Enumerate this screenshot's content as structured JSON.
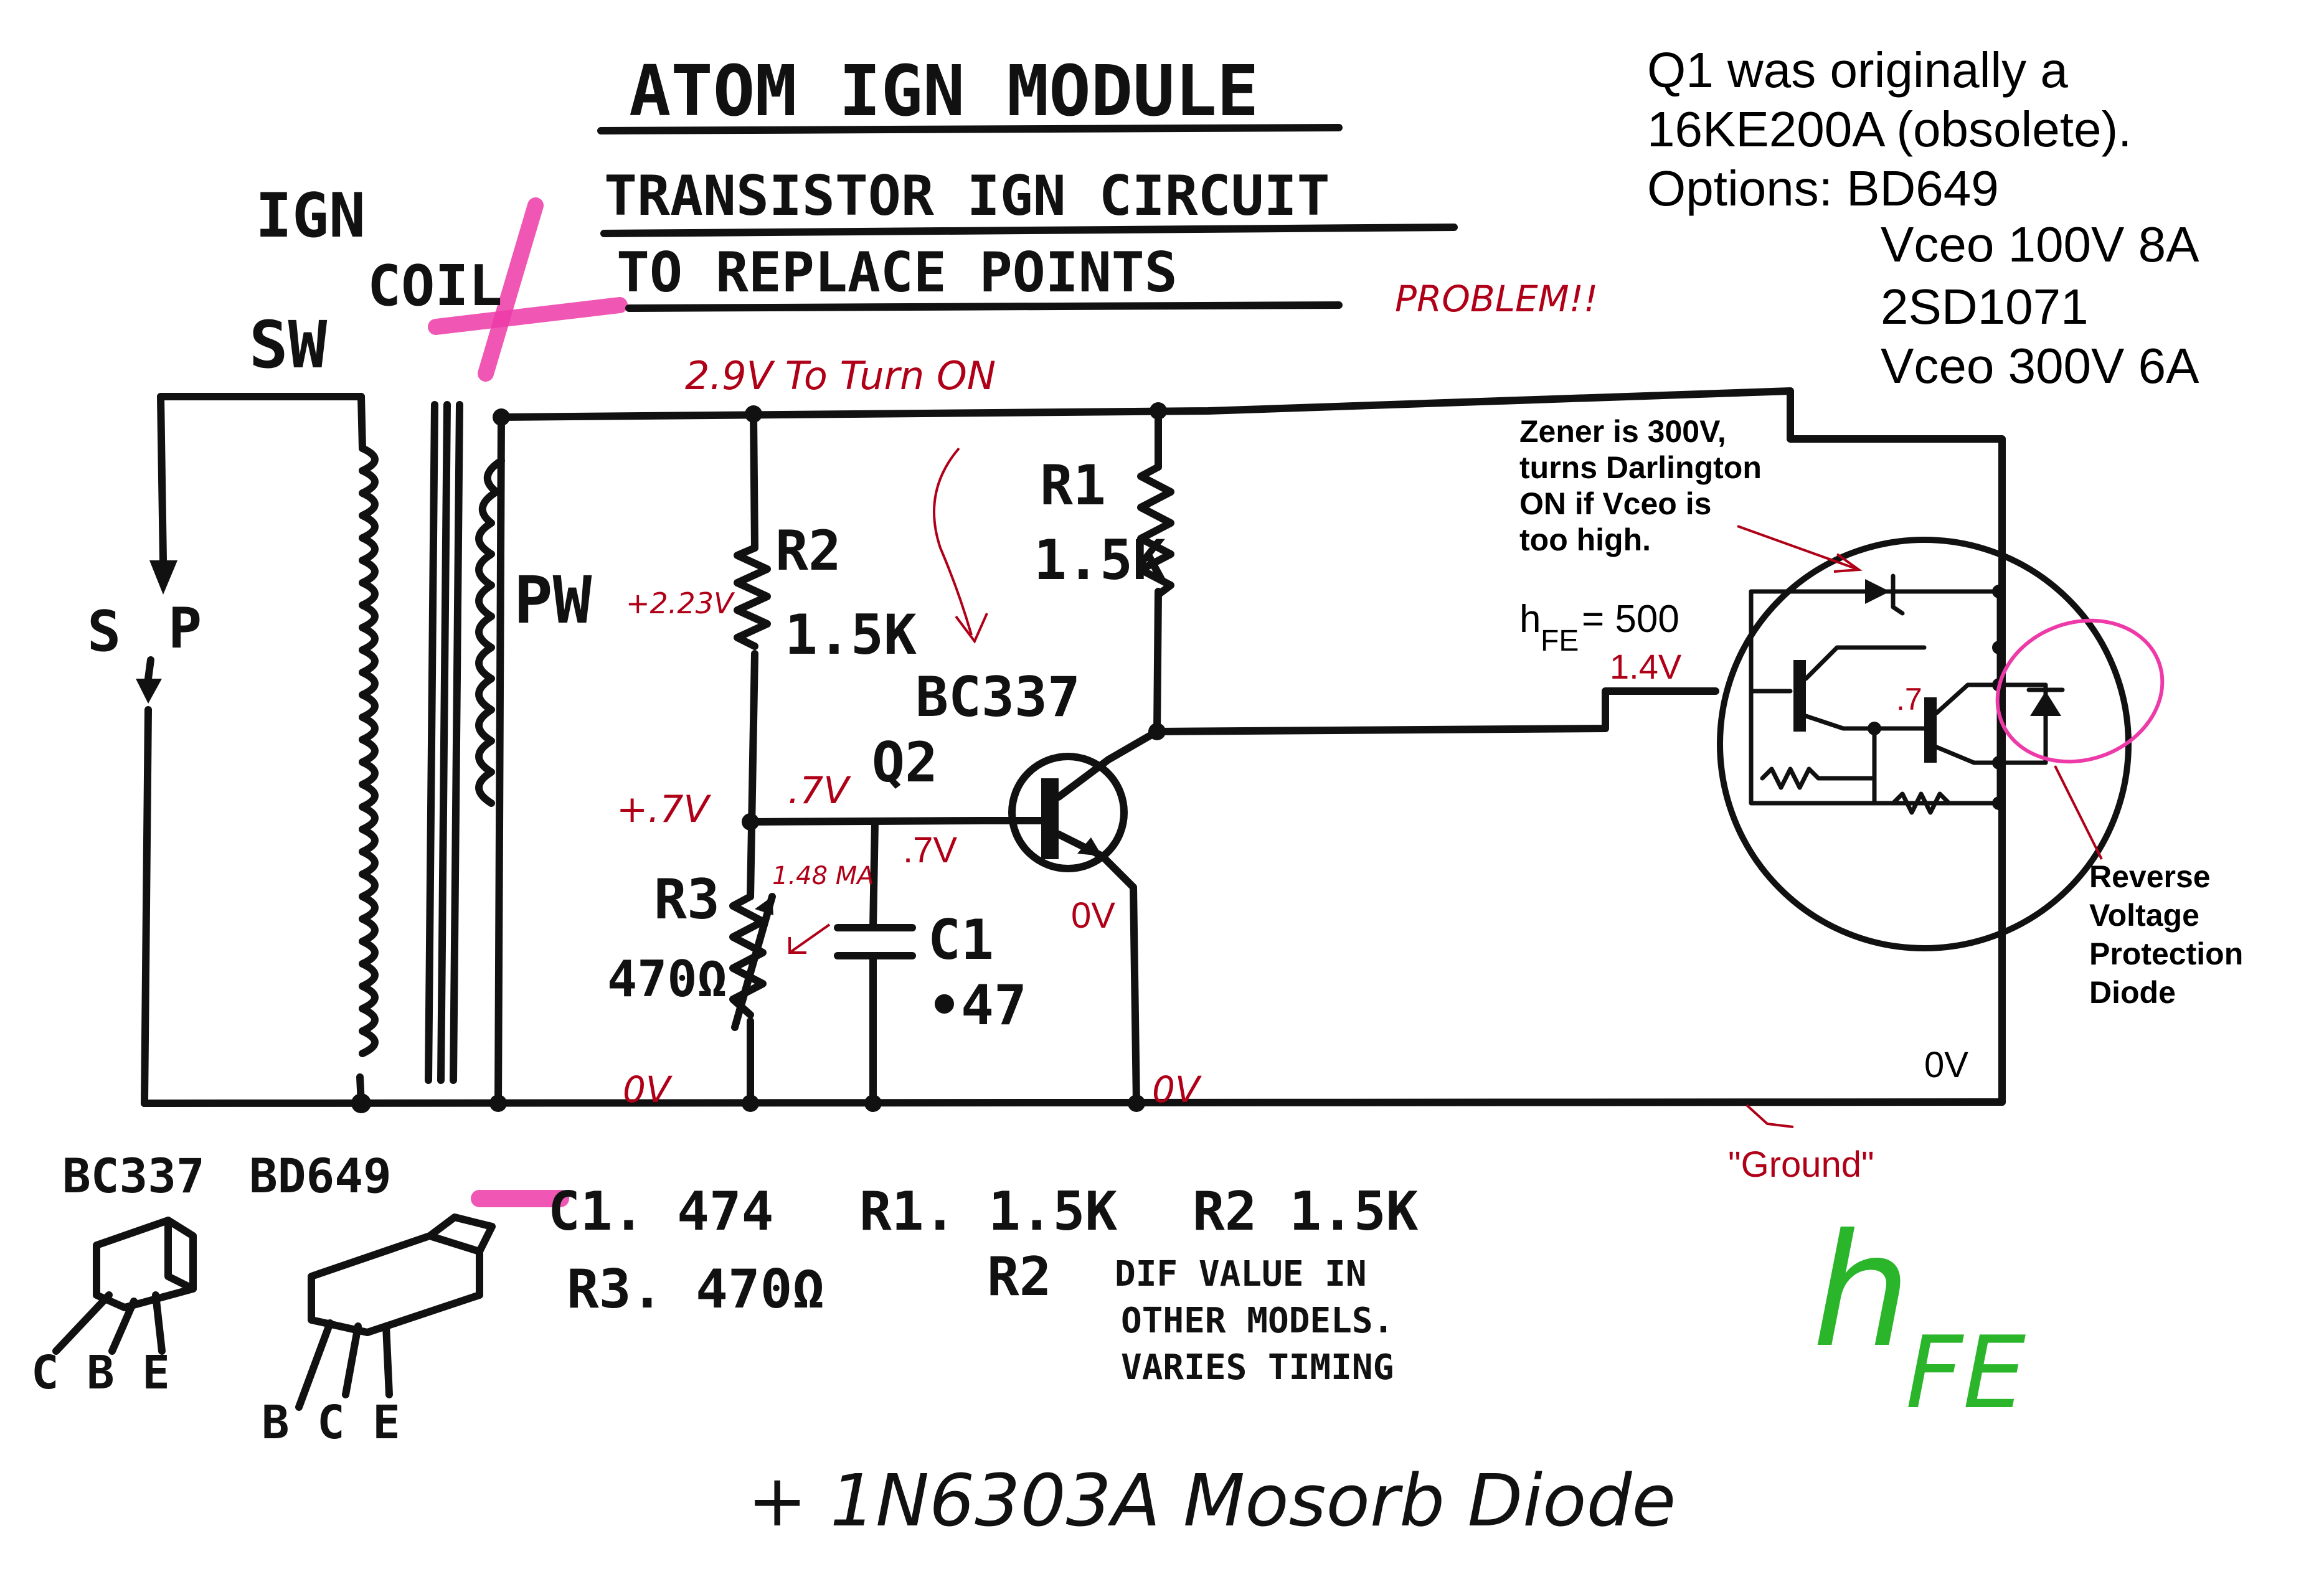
{
  "title": "ATOM IGN MODULE",
  "subtitle": {
    "line1": "TRANSISTOR IGN CIRCUIT",
    "line2": "TO REPLACE POINTS"
  },
  "problem_note": "PROBLEM!!",
  "ign_coil": {
    "ign": "IGN",
    "coil": "COIL",
    "sw": "SW",
    "pw": "PW"
  },
  "sp_label": {
    "s": "S",
    "p": "P"
  },
  "components": {
    "r1": {
      "name": "R1",
      "value": "1.5K"
    },
    "r2": {
      "name": "R2",
      "value": "1.5K"
    },
    "r3": {
      "name": "R3",
      "value": "470Ω"
    },
    "c1": {
      "name": "C1",
      "value": "•47"
    },
    "q2": {
      "name": "Q2",
      "part": "BC337"
    }
  },
  "measurements": {
    "turn_on": "2.9V To Turn ON",
    "pw_voltage": "+2.23V",
    "r3_top": "+.7V",
    "base": ".7V",
    "c1_node": ".7V",
    "current": "1.48 MA",
    "gnd_left": "0V",
    "gnd_mid": "0V",
    "emitter": "0V",
    "hfe_node": "1.4V",
    "darlington_mid": ".7",
    "ground_0v": "0V",
    "ground_label": "\"Ground\""
  },
  "q1_note": {
    "line1": "Q1 was originally a",
    "line2": "16KE200A  (obsolete).",
    "line3": "Options:  BD649",
    "line4": "Vceo 100V 8A",
    "line5": "2SD1071",
    "line6": "Vceo 300V 6A"
  },
  "zener_note": {
    "line1": "Zener is 300V,",
    "line2": "turns Darlington",
    "line3": "ON if Vceo is",
    "line4": "too high."
  },
  "hfe_value": {
    "h": "h",
    "sub": "FE",
    "eq": " = 500"
  },
  "diode_note": {
    "line1": "Reverse",
    "line2": "Voltage",
    "line3": "Protection",
    "line4": "Diode"
  },
  "packages": {
    "bc337": {
      "name": "BC337",
      "pins": "C B E"
    },
    "bd649": {
      "name": "BD649",
      "pins": "B C E"
    }
  },
  "parts_list": {
    "c1": "C1. 474",
    "r1": "R1. 1.5K",
    "r2": "R2 1.5K",
    "r3": "R3. 470Ω",
    "r2_note": "R2",
    "note1": "DIF VALUE IN",
    "note2": "OTHER MODELS.",
    "note3": "VARIES TIMING"
  },
  "bottom_note": "+ 1N6303A Mosorb Diode",
  "hfe_big": {
    "h": "h",
    "fe": "FE"
  },
  "colors": {
    "ink": "#111111",
    "red_pen": "#b00018",
    "pink": "#ee3aa8",
    "green": "#2bb52b"
  }
}
